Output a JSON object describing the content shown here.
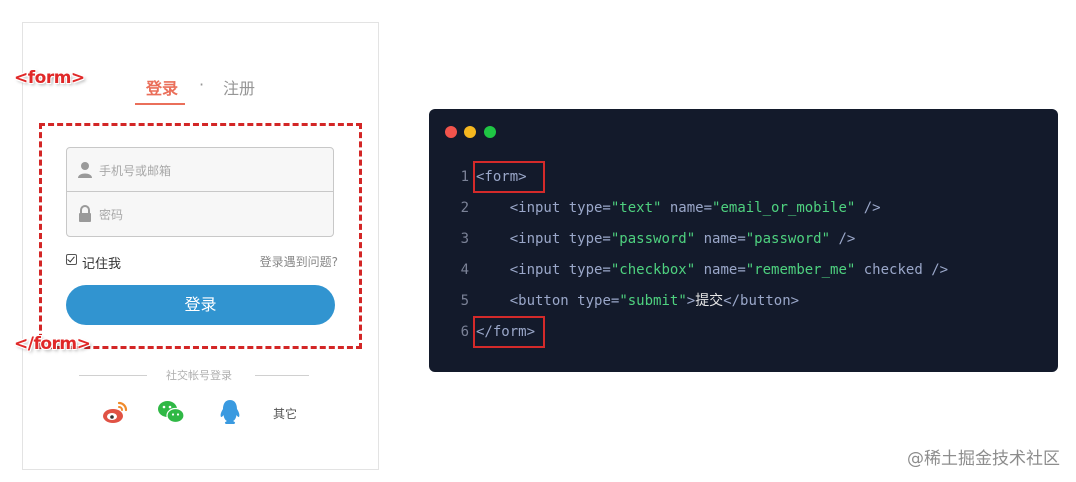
{
  "login": {
    "tab_login": "登录",
    "tab_dot": "·",
    "tab_register": "注册",
    "username_placeholder": "手机号或邮箱",
    "password_placeholder": "密码",
    "remember_label": "记住我",
    "help_link": "登录遇到问题?",
    "submit_label": "登录",
    "social_title": "社交帐号登录",
    "other_label": "其它",
    "icons": [
      "user-icon",
      "lock-icon",
      "weibo-icon",
      "wechat-icon",
      "qq-icon"
    ],
    "accent_color": "#ea6f5a",
    "button_color": "#3194d0"
  },
  "annotations": {
    "form_open": "<form>",
    "form_close": "</form>"
  },
  "editor": {
    "background": "#131a2b",
    "lines": [
      {
        "num": "1",
        "tokens": [
          [
            "tag",
            "<form>"
          ]
        ]
      },
      {
        "num": "2",
        "tokens": [
          [
            "tag",
            "    <input "
          ],
          [
            "attr",
            "type="
          ],
          [
            "str",
            "\"text\""
          ],
          [
            "attr",
            " name="
          ],
          [
            "str",
            "\"email_or_mobile\""
          ],
          [
            "tag",
            " />"
          ]
        ]
      },
      {
        "num": "3",
        "tokens": [
          [
            "tag",
            "    <input "
          ],
          [
            "attr",
            "type="
          ],
          [
            "str",
            "\"password\""
          ],
          [
            "attr",
            " name="
          ],
          [
            "str",
            "\"password\""
          ],
          [
            "tag",
            " />"
          ]
        ]
      },
      {
        "num": "4",
        "tokens": [
          [
            "tag",
            "    <input "
          ],
          [
            "attr",
            "type="
          ],
          [
            "str",
            "\"checkbox\""
          ],
          [
            "attr",
            " name="
          ],
          [
            "str",
            "\"remember_me\""
          ],
          [
            "attr",
            " checked"
          ],
          [
            "tag",
            " />"
          ]
        ]
      },
      {
        "num": "5",
        "tokens": [
          [
            "tag",
            "    <button "
          ],
          [
            "attr",
            "type="
          ],
          [
            "str",
            "\"submit\""
          ],
          [
            "tag",
            ">"
          ],
          [
            "plain",
            "提交"
          ],
          [
            "tag",
            "</button>"
          ]
        ]
      },
      {
        "num": "6",
        "tokens": [
          [
            "tag",
            "</form>"
          ]
        ]
      }
    ]
  },
  "watermark": "@稀土掘金技术社区"
}
